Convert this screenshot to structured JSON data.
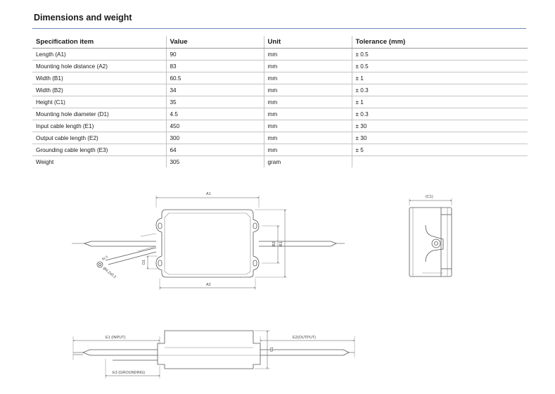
{
  "title": "Dimensions and weight",
  "table": {
    "headers": [
      "Specification item",
      "Value",
      "Unit",
      "Tolerance (mm)"
    ],
    "rows": [
      [
        "Length (A1)",
        "90",
        "mm",
        "± 0.5"
      ],
      [
        "Mounting hole distance (A2)",
        "83",
        "mm",
        "± 0.5"
      ],
      [
        "Width (B1)",
        "60.5",
        "mm",
        "± 1"
      ],
      [
        "Width (B2)",
        "34",
        "mm",
        "± 0.3"
      ],
      [
        "Height (C1)",
        "35",
        "mm",
        "± 1"
      ],
      [
        "Mounting hole diameter (D1)",
        "4.5",
        "mm",
        "± 0.3"
      ],
      [
        "Input cable length (E1)",
        "450",
        "mm",
        "± 30"
      ],
      [
        "Output cable length (E2)",
        "300",
        "mm",
        "± 30"
      ],
      [
        "Grounding cable length (E3)",
        "64",
        "mm",
        "± 5"
      ],
      [
        "Weight",
        "305",
        "gram",
        ""
      ]
    ]
  },
  "drawing": {
    "top_view": {
      "a1": "A1",
      "a2": "A2",
      "b1": "B1",
      "b2": "B2",
      "d1": "D1",
      "small_a": "8x 5",
      "terminal": "Ø4.2x0.2"
    },
    "side_view": {
      "c1": "(C1)"
    },
    "front_view": {
      "e1": "E1 (INPUT)",
      "e2": "E2(OUTPUT)",
      "e3": "E3 (GROUNDING)",
      "c1": "C1"
    }
  }
}
